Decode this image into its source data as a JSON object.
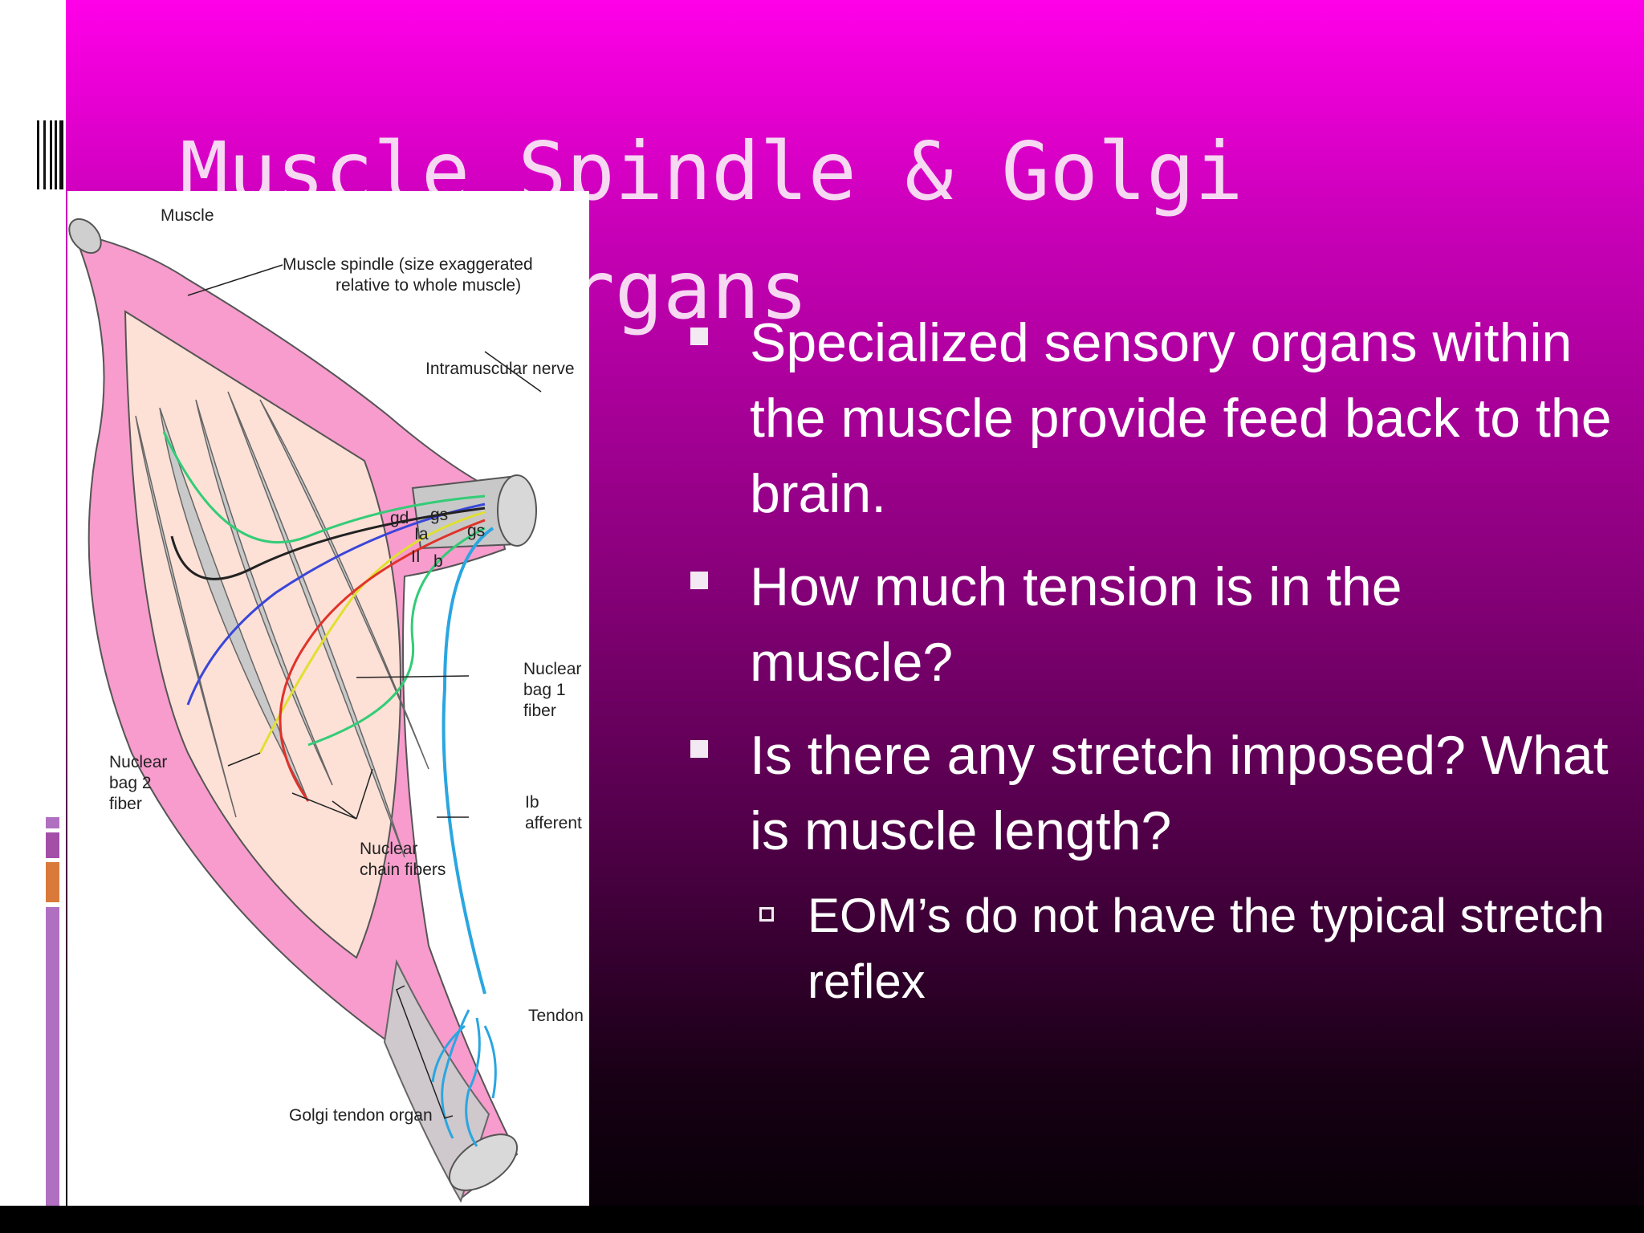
{
  "slide": {
    "title": "Muscle Spindle & Golgi\nTendon Organs",
    "bullets": [
      "Specialized sensory organs within the muscle provide feed back to the brain.",
      "How much tension is in the muscle?",
      "Is there any stretch imposed? What is muscle length?"
    ],
    "sub_bullets": [
      "EOM’s do not have the typical stretch reflex"
    ]
  },
  "figure": {
    "labels": {
      "muscle": "Muscle",
      "spindle_1": "Muscle spindle (size exaggerated",
      "spindle_2": "relative to whole muscle)",
      "nerve": "Intramuscular nerve",
      "bag1_1": "Nuclear",
      "bag1_2": "bag 1",
      "bag1_3": "fiber",
      "bag2_1": "Nuclear",
      "bag2_2": "bag 2",
      "bag2_3": "fiber",
      "chain_1": "Nuclear",
      "chain_2": "chain fibers",
      "ib_1": "Ib",
      "ib_2": "afferent",
      "tendon": "Tendon",
      "gto": "Golgi tendon organ",
      "gd": "gd",
      "gs1": "gs",
      "gs2": "gs",
      "ia": "Ia",
      "ii": "II",
      "b": "b"
    }
  },
  "colors": {
    "background_top": "#ff00e8",
    "background_bottom": "#050005",
    "title": "#f6d8f2",
    "text": "#ffffff",
    "muscle_pink": "#f79ccc",
    "spindle": "#fde0d6",
    "nerve_blue": "#2aa6e0"
  }
}
